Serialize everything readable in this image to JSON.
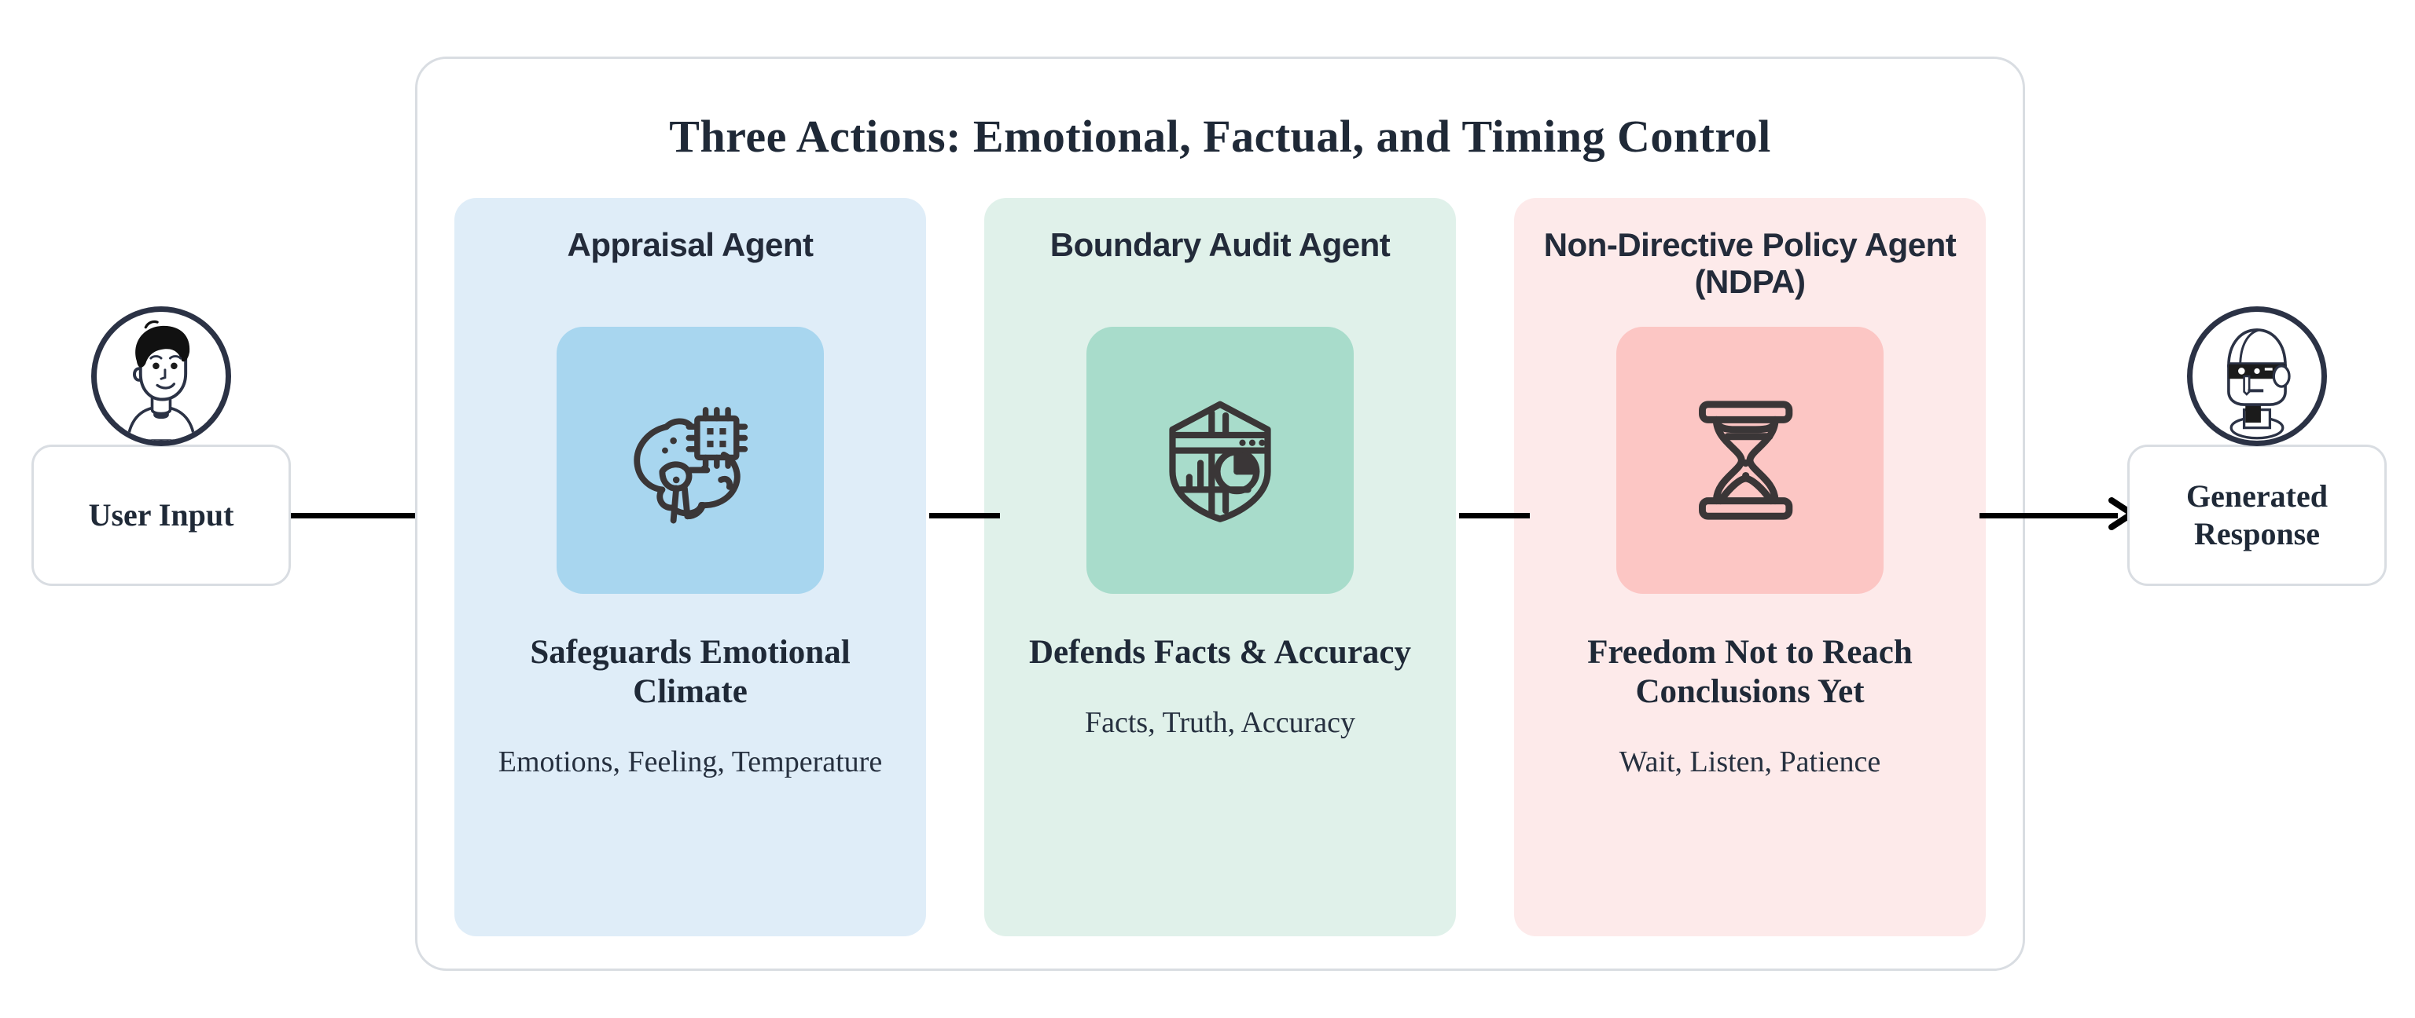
{
  "panel": {
    "title": "Three Actions: Emotional, Factual, and Timing Control"
  },
  "endpoints": {
    "input": {
      "label": "User Input",
      "avatar_icon": "user-avatar-icon"
    },
    "output": {
      "label": "Generated Response",
      "avatar_icon": "robot-avatar-icon"
    }
  },
  "agents": [
    {
      "title": "Appraisal Agent",
      "headline": "Safeguards Emotional Climate",
      "keywords": "Emotions, Feeling, Temperature",
      "icon": "brain-chip-icon",
      "card_color": "#dfedf8",
      "tile_color": "#a8d6ef",
      "icon_color": "#3a3637"
    },
    {
      "title": "Boundary Audit Agent",
      "headline": "Defends Facts & Accuracy",
      "keywords": "Facts, Truth, Accuracy",
      "icon": "shield-analytics-icon",
      "card_color": "#e0f1ea",
      "tile_color": "#a8dccb",
      "icon_color": "#3a3637"
    },
    {
      "title": "Non-Directive Policy Agent (NDPA)",
      "headline": "Freedom Not to Reach Conclusions Yet",
      "keywords": "Wait, Listen, Patience",
      "icon": "hourglass-icon",
      "card_color": "#fdeaea",
      "tile_color": "#fcc6c4",
      "icon_color": "#3a3637"
    }
  ],
  "connectors": [
    {
      "name": "input-to-pipeline",
      "arrowhead": true
    },
    {
      "name": "appraisal-to-boundary",
      "arrowhead": false
    },
    {
      "name": "boundary-to-ndpa",
      "arrowhead": false
    },
    {
      "name": "pipeline-to-output",
      "arrowhead": true
    }
  ],
  "colors": {
    "panel_border": "#d9dde2",
    "text_dark": "#1f2937",
    "title_sans": "#232b3a",
    "arrow": "#000000",
    "avatar_ring": "#2b3245"
  }
}
